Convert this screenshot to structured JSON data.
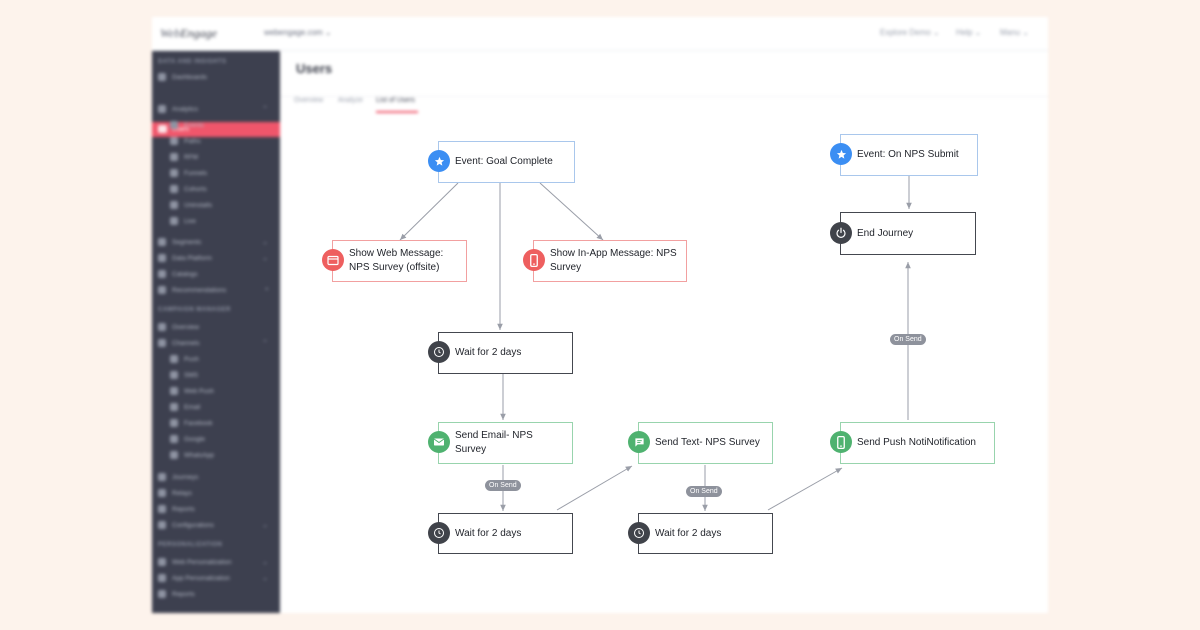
{
  "app": {
    "logo": {
      "brand": "Web",
      "brand_accent": "Engage"
    },
    "account": "webengage.com ⌄",
    "topnav": [
      "Explore Demo ⌄",
      "Help ⌄",
      "Manu ⌄"
    ],
    "page_title": "Users",
    "tabs": [
      "Overview",
      "Analyze",
      "List of Users"
    ],
    "active_tab": "List of Users",
    "sidebar": {
      "sections": [
        {
          "title": "DATA AND INSIGHTS",
          "items": [
            {
              "label": "Dashboards"
            },
            {
              "label": "Users",
              "active": true
            },
            {
              "label": "Analytics",
              "children": [
                "Events",
                "Paths",
                "RFM",
                "Funnels",
                "Cohorts",
                "Uninstalls",
                "Live"
              ]
            },
            {
              "label": "Segments"
            },
            {
              "label": "Data Platform"
            },
            {
              "label": "Catalogs"
            },
            {
              "label": "Recommendations"
            }
          ]
        },
        {
          "title": "CAMPAIGN MANAGER",
          "items": [
            {
              "label": "Overview"
            },
            {
              "label": "Channels",
              "children": [
                "Push",
                "SMS",
                "Web Push",
                "Email",
                "Facebook",
                "Google",
                "WhatsApp"
              ]
            },
            {
              "label": "Journeys"
            },
            {
              "label": "Relays"
            },
            {
              "label": "Reports"
            },
            {
              "label": "Configurations"
            }
          ]
        },
        {
          "title": "PERSONALIZATION",
          "items": [
            {
              "label": "Web Personalization"
            },
            {
              "label": "App Personalization"
            },
            {
              "label": "Reports"
            }
          ]
        }
      ]
    }
  },
  "journey": {
    "nodes": {
      "event_goal": {
        "label": "Event: Goal Complete",
        "icon": "star-icon"
      },
      "web_message": {
        "label": "Show Web Message: NPS Survey (offsite)",
        "icon": "web-message-icon"
      },
      "inapp_message": {
        "label": "Show In-App Message: NPS Survey",
        "icon": "mobile-icon"
      },
      "wait_1": {
        "label": "Wait for 2 days",
        "icon": "clock-icon"
      },
      "send_email": {
        "label": "Send Email- NPS Survey",
        "icon": "email-icon"
      },
      "send_text": {
        "label": "Send Text- NPS Survey",
        "icon": "sms-icon"
      },
      "send_push": {
        "label": "Send Push NotiNotification",
        "icon": "mobile-icon"
      },
      "wait_2": {
        "label": "Wait for 2 days",
        "icon": "clock-icon"
      },
      "wait_3": {
        "label": "Wait for 2 days",
        "icon": "clock-icon"
      },
      "event_nps": {
        "label": "Event: On NPS Submit",
        "icon": "star-icon"
      },
      "end_journey": {
        "label": "End Journey",
        "icon": "power-icon"
      }
    },
    "edge_labels": {
      "email_to_wait": "On Send",
      "text_to_wait": "On Send",
      "push_to_end": "On Send"
    },
    "colors": {
      "trigger": "#3b8ef3",
      "message": "#ee5f5f",
      "send": "#4fb270",
      "neutral": "#40434a",
      "edge": "#9a9ea8"
    }
  }
}
